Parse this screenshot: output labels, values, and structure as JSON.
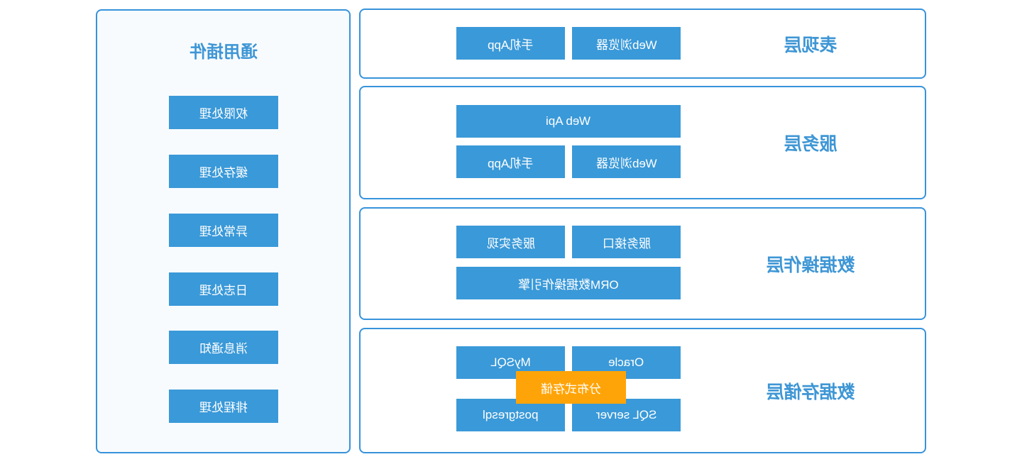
{
  "colors": {
    "page_bg": "#ffffff",
    "sidebar_bg": "#f8fbfe",
    "panel_border": "#3793db",
    "button_bg": "#3a99d8",
    "button_text": "#ffffff",
    "highlight_bg": "#ffa408",
    "accent_text": "#3e96d5"
  },
  "sidebar": {
    "title": "通用插件",
    "items": [
      "权限处理",
      "缓存处理",
      "异常处理",
      "日志处理",
      "消息通知",
      "排程处理"
    ]
  },
  "layers": [
    {
      "label": "表现层",
      "buttons": [
        "手机App",
        "Web浏览器"
      ]
    },
    {
      "label": "服务层",
      "buttons": [
        "Web Api",
        "手机App",
        "Web浏览器"
      ]
    },
    {
      "label": "数据操作层",
      "buttons": [
        "服务实现",
        "服务接口",
        "ORM数据操作引擎"
      ]
    },
    {
      "label": "数据存储层",
      "buttons": [
        "MySQL",
        "Oracle",
        "postgresql",
        "SQL server"
      ],
      "overlay": "分布式存储"
    }
  ]
}
